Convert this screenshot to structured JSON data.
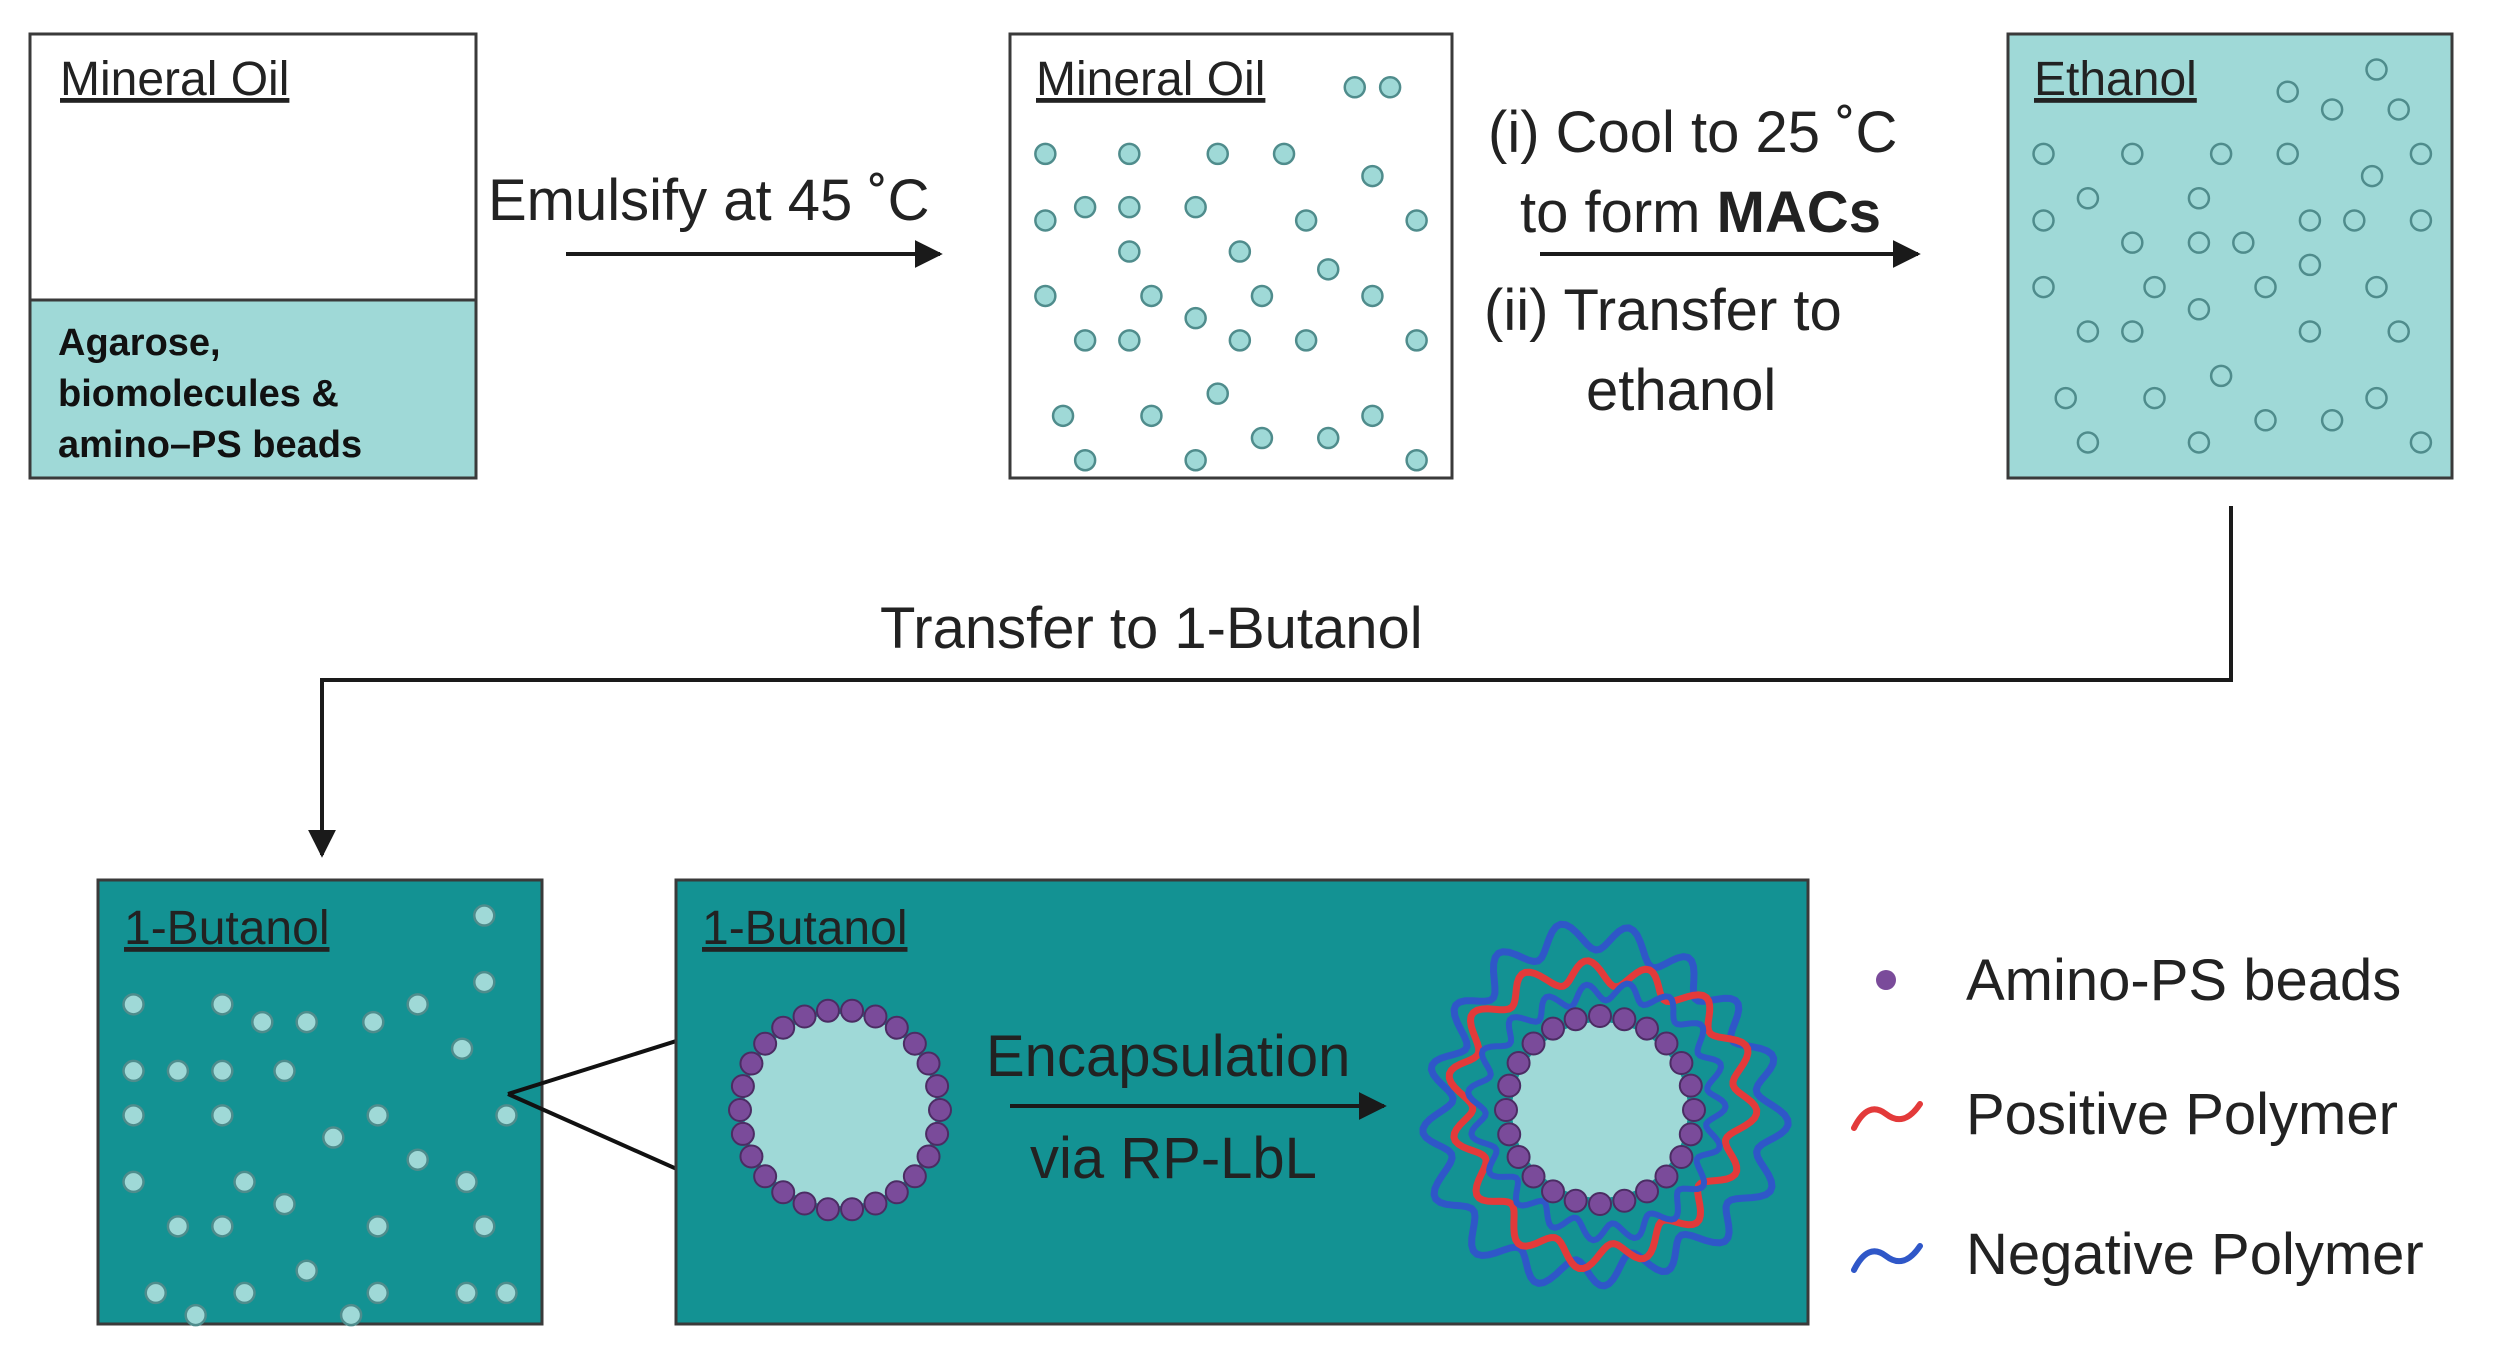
{
  "colors": {
    "light_teal": "#9fd9d7",
    "dark_teal": "#139293",
    "bead_fill": "#9fd9d7",
    "bead_stroke": "#4f8c8c",
    "amino_bead": "#7a4b9a",
    "amino_bead_stroke": "#4b2c63",
    "positive_polymer": "#e33a3a",
    "negative_polymer": "#2f57c8",
    "line": "#1a1a1a",
    "box_border": "#3a3a3a"
  },
  "panels": {
    "initial": {
      "oil_label": "Mineral Oil",
      "aqueous_lines": [
        "Agarose,",
        "biomolecules &",
        "amino–PS beads"
      ]
    },
    "emulsion": {
      "label": "Mineral Oil"
    },
    "ethanol": {
      "label": "Ethanol"
    },
    "butanol_left": {
      "label": "1-Butanol"
    },
    "butanol_zoom": {
      "label": "1-Butanol"
    }
  },
  "steps": {
    "emulsify": "Emulsify at 45 ˚C",
    "cool_line1": "(i) Cool to 25 ˚C",
    "cool_line2_prefix": "to form ",
    "cool_line2_bold": "MACs",
    "transfer_line1": "(ii) Transfer to",
    "transfer_line2": "ethanol",
    "transfer_butanol": "Transfer to 1-Butanol",
    "encapsulation_line1": "Encapsulation",
    "encapsulation_line2": "via RP-LbL"
  },
  "legend": {
    "amino_beads": "Amino-PS beads",
    "positive_polymer": "Positive Polymer",
    "negative_polymer": "Negative Polymer"
  }
}
